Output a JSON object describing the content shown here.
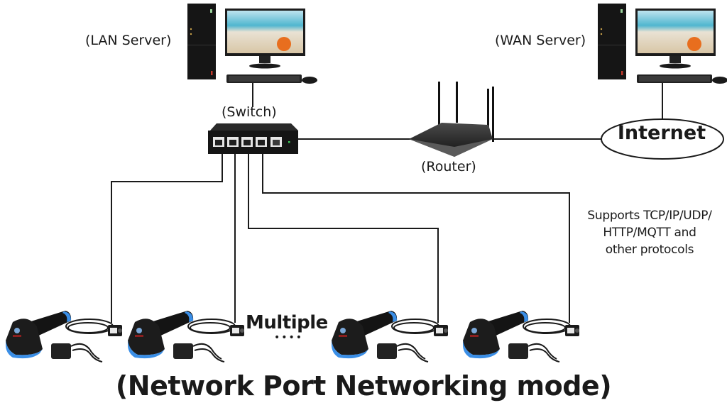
{
  "diagram": {
    "title": "(Network Port Networking mode)",
    "nodes": {
      "lan_server": {
        "label": "(LAN Server)",
        "icon": "desktop-computer-icon"
      },
      "wan_server": {
        "label": "(WAN Server)",
        "icon": "desktop-computer-icon"
      },
      "switch": {
        "label": "(Switch)",
        "icon": "network-switch-icon",
        "ports": 5
      },
      "router": {
        "label": "(Router)",
        "icon": "wireless-router-icon"
      },
      "internet": {
        "label": "Internet",
        "shape": "ellipse"
      }
    },
    "scanners": {
      "count_shown": 4,
      "icon": "barcode-scanner-icon",
      "accessories": [
        "rj45-adapter-icon",
        "power-adapter-icon"
      ],
      "multiple_label": "Multiple",
      "ellipsis": "••••"
    },
    "protocols_note": [
      "Supports TCP/IP/UDP/",
      "HTTP/MQTT and",
      "other protocols"
    ],
    "connections": [
      {
        "from": "lan_server",
        "to": "switch"
      },
      {
        "from": "switch",
        "to": "router"
      },
      {
        "from": "router",
        "to": "internet"
      },
      {
        "from": "wan_server",
        "to": "internet"
      },
      {
        "from": "switch",
        "to": "scanner-1"
      },
      {
        "from": "switch",
        "to": "scanner-2"
      },
      {
        "from": "switch",
        "to": "scanner-3"
      },
      {
        "from": "switch",
        "to": "scanner-4"
      }
    ]
  }
}
